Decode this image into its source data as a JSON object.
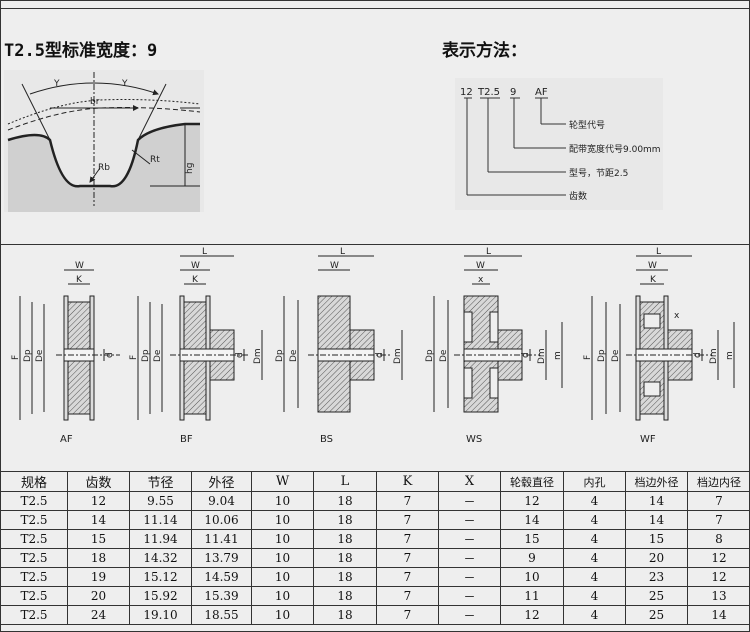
{
  "header": {
    "left_title": "T2.5型标准宽度：9",
    "right_title": "表示方法："
  },
  "notation": {
    "codes": [
      "12",
      "T2.5",
      "9",
      "AF"
    ],
    "legend": [
      "轮型代号",
      "配带宽度代号9.00mm",
      "型号，节距2.5",
      "齿数"
    ]
  },
  "tooth_profile": {
    "labels": [
      "Y",
      "Y",
      "br",
      "Rb",
      "Rt",
      "hg"
    ]
  },
  "pulleys": [
    {
      "type": "AF",
      "labels": [
        "W",
        "K",
        "F",
        "Dp",
        "De",
        "d"
      ]
    },
    {
      "type": "BF",
      "labels": [
        "L",
        "W",
        "K",
        "F",
        "Dp",
        "De",
        "d",
        "Dm"
      ]
    },
    {
      "type": "BS",
      "labels": [
        "L",
        "W",
        "Dp",
        "De",
        "d",
        "Dm"
      ]
    },
    {
      "type": "WS",
      "labels": [
        "L",
        "W",
        "x",
        "Dp",
        "De",
        "d",
        "Dm",
        "m"
      ]
    },
    {
      "type": "WF",
      "labels": [
        "L",
        "W",
        "K",
        "x",
        "F",
        "Dp",
        "De",
        "d",
        "Dm",
        "m"
      ]
    }
  ],
  "table": {
    "headers": [
      "规格",
      "齿数",
      "节径",
      "外径",
      "W",
      "L",
      "K",
      "X",
      "轮毂直径",
      "内孔",
      "档边外径",
      "档边内径"
    ],
    "rows": [
      [
        "T2.5",
        "12",
        "9.55",
        "9.04",
        "10",
        "18",
        "7",
        "－",
        "12",
        "4",
        "14",
        "7"
      ],
      [
        "T2.5",
        "14",
        "11.14",
        "10.06",
        "10",
        "18",
        "7",
        "－",
        "14",
        "4",
        "14",
        "7"
      ],
      [
        "T2.5",
        "15",
        "11.94",
        "11.41",
        "10",
        "18",
        "7",
        "－",
        "15",
        "4",
        "15",
        "8"
      ],
      [
        "T2.5",
        "18",
        "14.32",
        "13.79",
        "10",
        "18",
        "7",
        "－",
        "9",
        "4",
        "20",
        "12"
      ],
      [
        "T2.5",
        "19",
        "15.12",
        "14.59",
        "10",
        "18",
        "7",
        "－",
        "10",
        "4",
        "23",
        "12"
      ],
      [
        "T2.5",
        "20",
        "15.92",
        "15.39",
        "10",
        "18",
        "7",
        "－",
        "11",
        "4",
        "25",
        "13"
      ],
      [
        "T2.5",
        "24",
        "19.10",
        "18.55",
        "10",
        "18",
        "7",
        "－",
        "12",
        "4",
        "25",
        "14"
      ]
    ]
  }
}
